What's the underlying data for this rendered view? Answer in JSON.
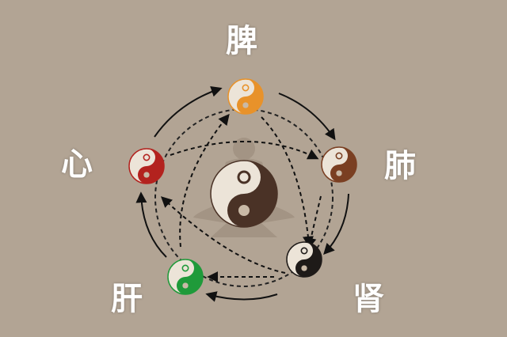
{
  "organs": [
    {
      "key": "spleen",
      "label": "脾",
      "color": "#e8922a"
    },
    {
      "key": "lung",
      "label": "肺",
      "color": "#7a3f22"
    },
    {
      "key": "kidney",
      "label": "肾",
      "color": "#1e1a18"
    },
    {
      "key": "liver",
      "label": "肝",
      "color": "#1f9a3a"
    },
    {
      "key": "heart",
      "label": "心",
      "color": "#b3221e"
    }
  ],
  "center_color": "#4a3226",
  "background": "#b2a494"
}
